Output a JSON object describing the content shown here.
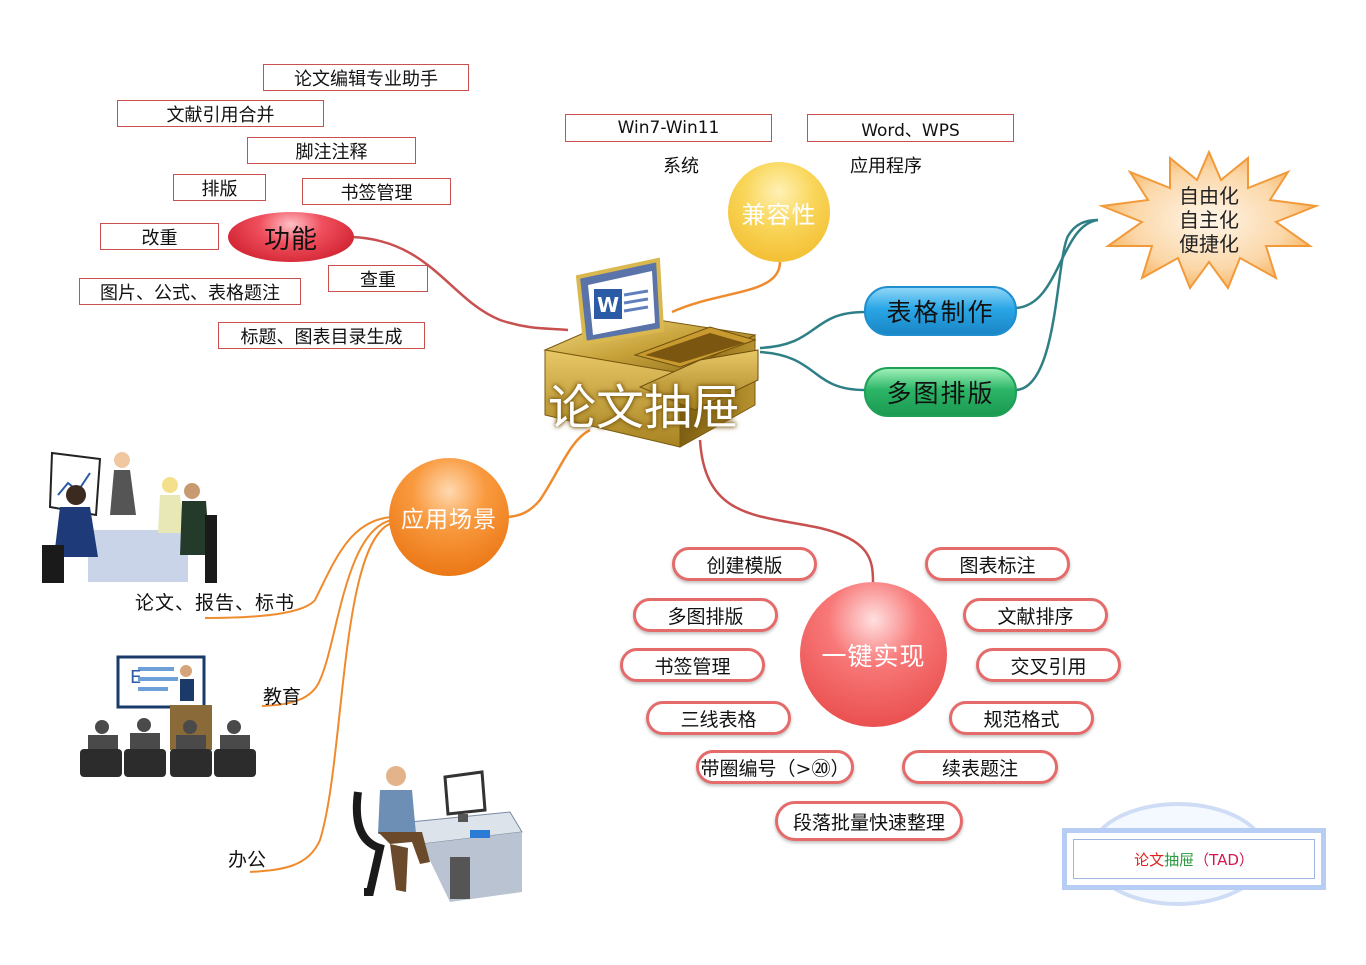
{
  "center": {
    "title": "论文抽屉",
    "word_icon_letter": "W"
  },
  "function": {
    "label": "功能",
    "items": [
      "论文编辑专业助手",
      "文献引用合并",
      "脚注注释",
      "排版",
      "书签管理",
      "改重",
      "查重",
      "图片、公式、表格题注",
      "标题、图表目录生成"
    ]
  },
  "compat": {
    "label": "兼容性",
    "system_value": "Win7-Win11",
    "system_label": "系统",
    "app_value": "Word、WPS",
    "app_label": "应用程序"
  },
  "table_make": {
    "label": "表格制作"
  },
  "multi_layout": {
    "label": "多图排版"
  },
  "star": {
    "lines": [
      "自由化",
      "自主化",
      "便捷化"
    ]
  },
  "scenes": {
    "label": "应用场景",
    "items": [
      "论文、报告、标书",
      "教育",
      "办公"
    ]
  },
  "oneclick": {
    "label": "一键实现",
    "left": [
      "创建模版",
      "多图排版",
      "书签管理",
      "三线表格",
      "带圈编号（>⑳）"
    ],
    "right": [
      "图表标注",
      "文献排序",
      "交叉引用",
      "规范格式",
      "续表题注"
    ],
    "bottom": "段落批量快速整理"
  },
  "badge": {
    "part1": "论文",
    "part2": "抽屉",
    "part3": "（TAD）"
  },
  "colors": {
    "function_orb": "#e02a3a",
    "compat_orb": "#f7c948",
    "scene_orb": "#f57a12",
    "oneclick_orb": "#ee5a5a",
    "table_capsule": "#2aa6e6",
    "multi_capsule": "#2cb567",
    "link_red": "#c8504f",
    "link_teal": "#2f7f86",
    "link_orange": "#ef8b2c"
  }
}
